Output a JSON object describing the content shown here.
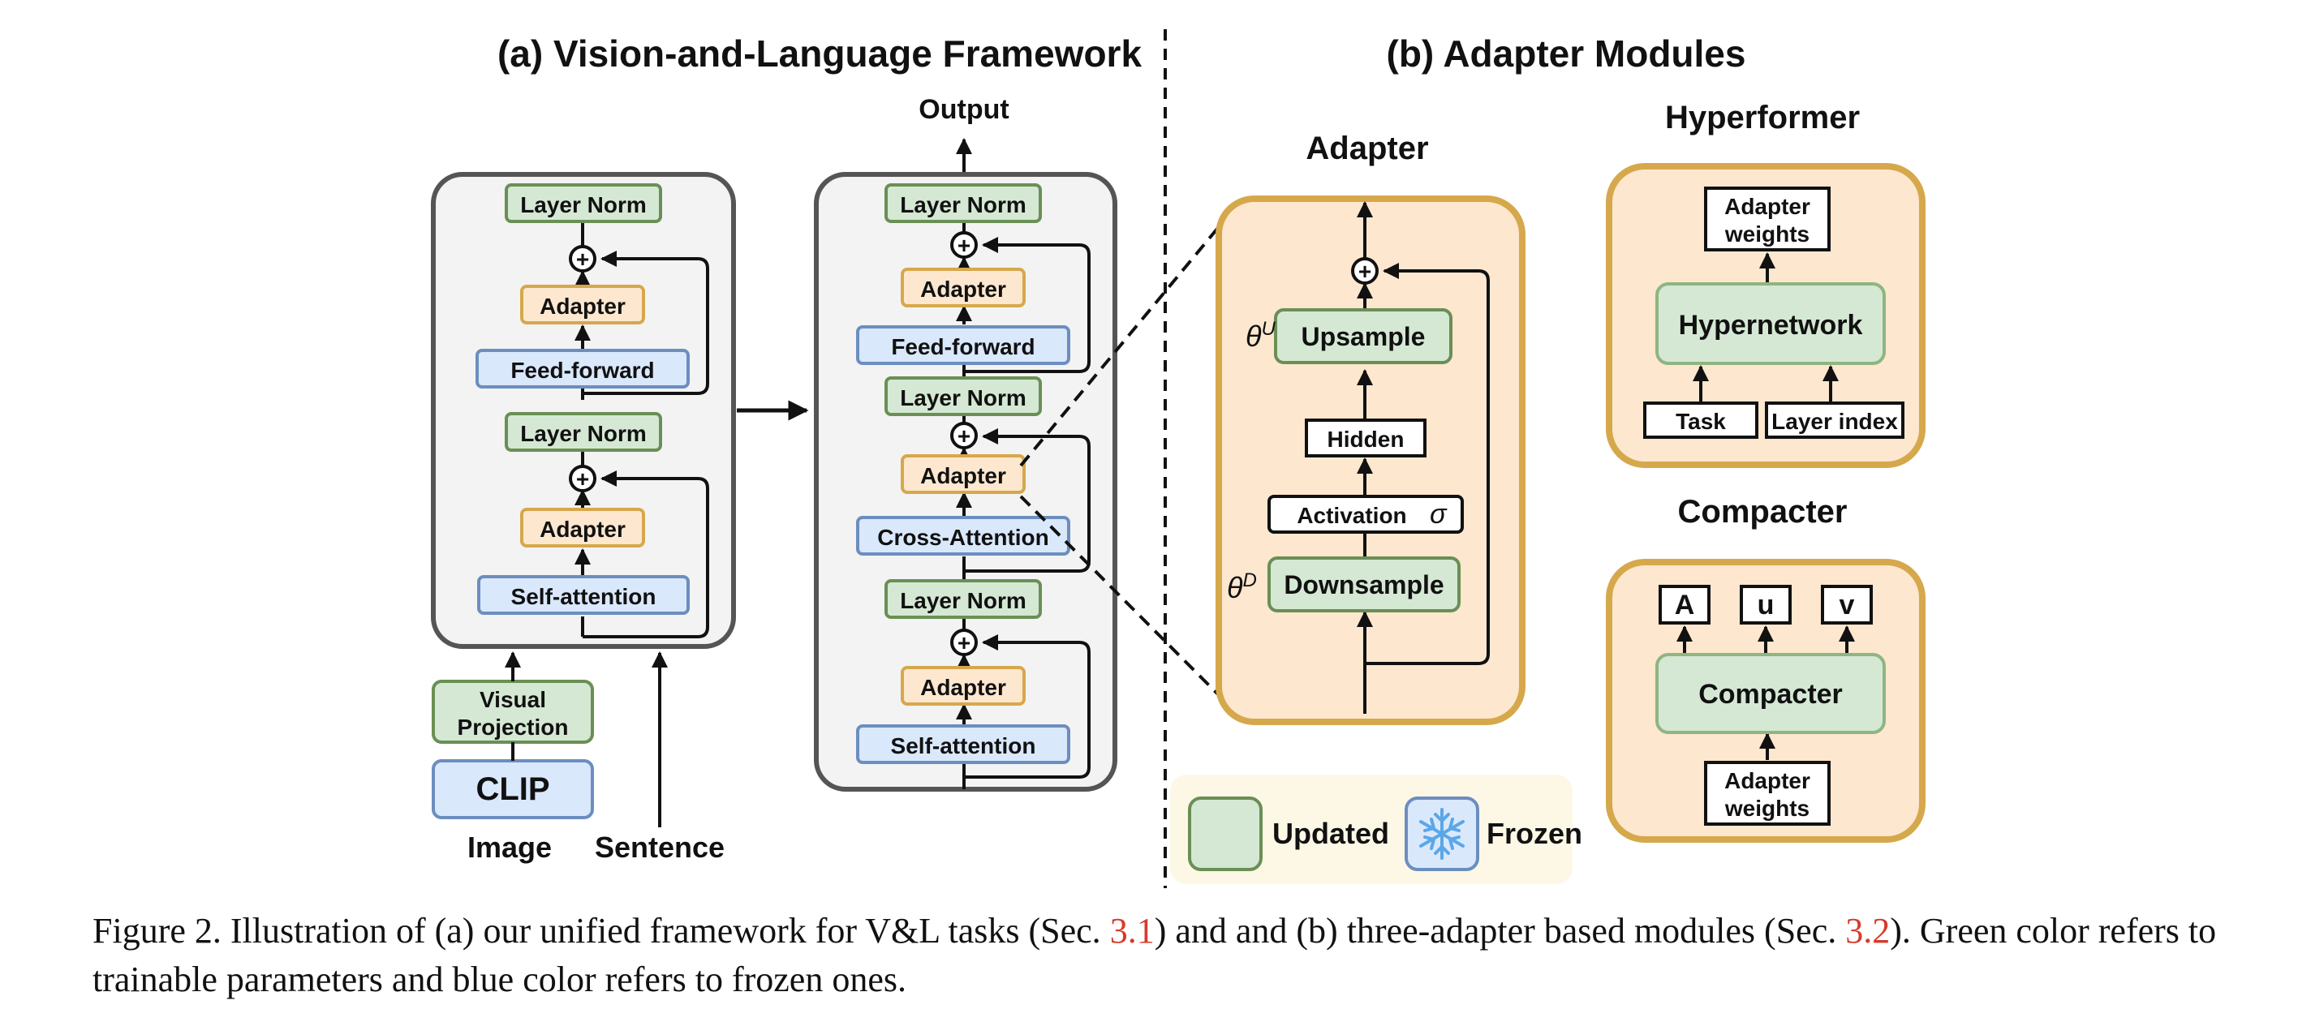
{
  "diagram": {
    "title_a": "(a) Vision-and-Language Framework",
    "title_b": "(b) Adapter Modules",
    "encoder": {
      "layer_norm_top": "Layer Norm",
      "adapter_top": "Adapter",
      "feed_forward": "Feed-forward",
      "layer_norm_mid": "Layer Norm",
      "adapter_bottom": "Adapter",
      "self_attention": "Self-attention"
    },
    "decoder": {
      "output": "Output",
      "layer_norm_1": "Layer Norm",
      "adapter_1": "Adapter",
      "feed_forward": "Feed-forward",
      "layer_norm_2": "Layer Norm",
      "adapter_2": "Adapter",
      "cross_attention": "Cross-Attention",
      "layer_norm_3": "Layer Norm",
      "adapter_3": "Adapter",
      "self_attention": "Self-attention"
    },
    "inputs": {
      "visual_projection_line1": "Visual",
      "visual_projection_line2": "Projection",
      "clip": "CLIP",
      "image": "Image",
      "sentence": "Sentence"
    },
    "adapter_module": {
      "title": "Adapter",
      "upsample": "Upsample",
      "hidden": "Hidden",
      "activation": "Activation",
      "downsample": "Downsample",
      "theta_u_base": "θ",
      "theta_u_sup": "U",
      "theta_d_base": "θ",
      "theta_d_sup": "D",
      "sigma": "σ"
    },
    "hyperformer": {
      "title": "Hyperformer",
      "adapter_weights_line1": "Adapter",
      "adapter_weights_line2": "weights",
      "hypernetwork": "Hypernetwork",
      "task": "Task",
      "layer_index": "Layer index"
    },
    "compacter": {
      "title": "Compacter",
      "a": "A",
      "u": "u",
      "v": "v",
      "compacter": "Compacter",
      "adapter_weights_line1": "Adapter",
      "adapter_weights_line2": "weights"
    },
    "legend": {
      "updated": "Updated",
      "frozen": "Frozen"
    },
    "colors": {
      "green_fill": "#d5e8d4",
      "green_stroke": "#6a8f55",
      "blue_fill": "#dae8fc",
      "blue_stroke": "#6c8ebf",
      "orange_fill": "#fde7cf",
      "orange_stroke": "#d6a84c",
      "panel_fill": "#f3f3f3",
      "panel_stroke": "#555555",
      "legend_bg": "#fdf8e6"
    }
  },
  "caption": {
    "text_1": "Figure 2.  Illustration of (a) our unified framework for V&L tasks (Sec. ",
    "ref_1": "3.1",
    "text_2": ") and and (b) three-adapter based modules (Sec. ",
    "ref_2": "3.2",
    "text_3": ").  Green color refers to trainable parameters and blue color refers to frozen ones."
  }
}
